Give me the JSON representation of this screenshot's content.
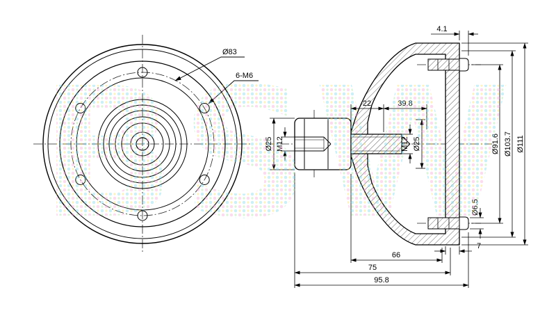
{
  "drawing": {
    "watermark": "BSW",
    "front_view": {
      "bolt_circle_label": "Ø83",
      "holes_label": "6-M6"
    },
    "side_view": {
      "dim_4_1": "4.1",
      "dim_22": "22",
      "dim_39_8": "39.8",
      "left_dia": "Ø25",
      "left_thread": "M12",
      "stud_thread": "M12",
      "stud_boss_dia": "Ø25",
      "bolt_circle_dia": "Ø91.6",
      "step_dia": "Ø103.7",
      "flange_dia": "Ø111",
      "hole_dia": "Ø6.5",
      "dim_66": "66",
      "dim_7": "7",
      "dim_75": "75",
      "dim_95_8": "95.8"
    }
  }
}
